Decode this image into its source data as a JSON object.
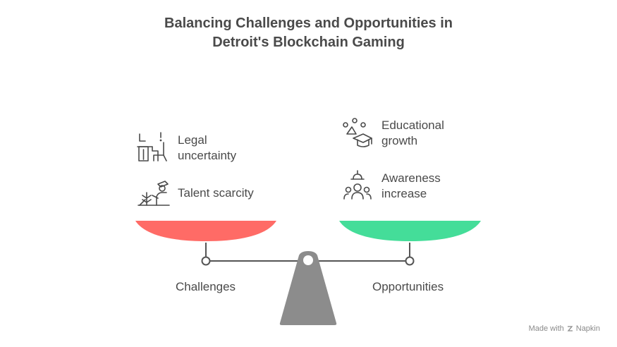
{
  "title": {
    "line1": "Balancing Challenges and Opportunities in",
    "line2": "Detroit's Blockchain Gaming"
  },
  "left": {
    "label": "Challenges",
    "items": [
      {
        "line1": "Legal",
        "line2": "uncertainty",
        "icon": "courtroom-icon"
      },
      {
        "line1": "Talent scarcity",
        "line2": "",
        "icon": "farmer-icon"
      }
    ],
    "pan_color": "#ff6b66"
  },
  "right": {
    "label": "Opportunities",
    "items": [
      {
        "line1": "Educational",
        "line2": "growth",
        "icon": "graduation-cap-icon"
      },
      {
        "line1": "Awareness",
        "line2": "increase",
        "icon": "group-insight-icon"
      }
    ],
    "pan_color": "#44dd99"
  },
  "colors": {
    "text": "#4a4a4a",
    "beam": "#555555",
    "fulcrum": "#8c8c8c"
  },
  "footer": {
    "made_with": "Made with",
    "brand": "Napkin"
  }
}
